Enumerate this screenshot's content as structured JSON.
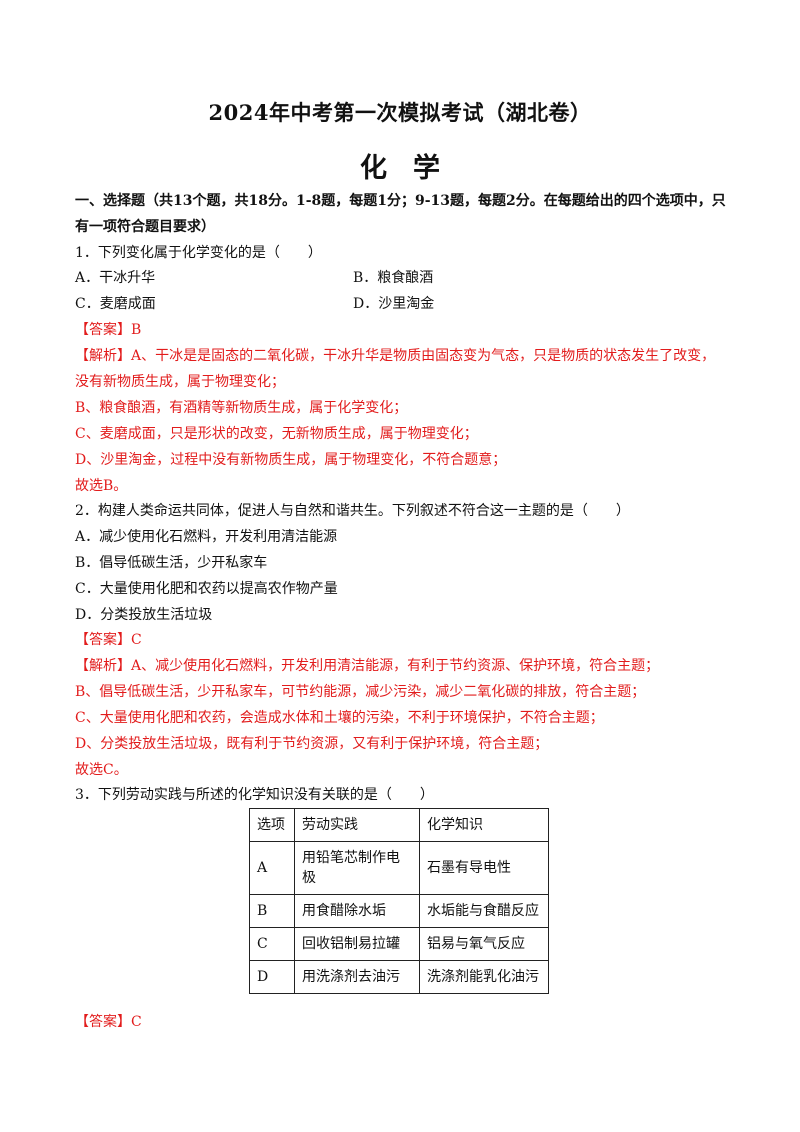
{
  "header": {
    "title": "2024年中考第一次模拟考试（湖北卷）",
    "subject": "化学"
  },
  "section1": {
    "heading_line1": "一、选择题（共13个题，共18分。1-8题，每题1分；9-13题，每题2分。在每题给出的四个选项中，只",
    "heading_line2": "有一项符合题目要求）"
  },
  "q1": {
    "stem": "1．下列变化属于化学变化的是（　　）",
    "options": [
      "A．干冰升华",
      "B．粮食酿酒",
      "C．麦磨成面",
      "D．沙里淘金"
    ],
    "answer": "【答案】B",
    "analysis": [
      "【解析】A、干冰是是固态的二氧化碳，干冰升华是物质由固态变为气态，只是物质的状态发生了改变，",
      "没有新物质生成，属于物理变化；",
      "B、粮食酿酒，有酒精等新物质生成，属于化学变化；",
      "C、麦磨成面，只是形状的改变，无新物质生成，属于物理变化；",
      "D、沙里淘金，过程中没有新物质生成，属于物理变化，不符合题意；",
      "故选B。"
    ]
  },
  "q2": {
    "stem": "2．构建人类命运共同体，促进人与自然和谐共生。下列叙述不符合这一主题的是（　　）",
    "options": [
      "A．减少使用化石燃料，开发利用清洁能源",
      "B．倡导低碳生活，少开私家车",
      "C．大量使用化肥和农药以提高农作物产量",
      "D．分类投放生活垃圾"
    ],
    "answer": "【答案】C",
    "analysis": [
      "【解析】A、减少使用化石燃料，开发利用清洁能源，有利于节约资源、保护环境，符合主题；",
      "B、倡导低碳生活，少开私家车，可节约能源，减少污染，减少二氧化碳的排放，符合主题；",
      "C、大量使用化肥和农药，会造成水体和土壤的污染，不利于环境保护，不符合主题；",
      "D、分类投放生活垃圾，既有利于节约资源，又有利于保护环境，符合主题；",
      "故选C。"
    ]
  },
  "q3": {
    "stem": "3．下列劳动实践与所述的化学知识没有关联的是（　　）",
    "table": {
      "headers": [
        "选项",
        "劳动实践",
        "化学知识"
      ],
      "rows": [
        [
          "A",
          "用铅笔芯制作电极",
          "石墨有导电性"
        ],
        [
          "B",
          "用食醋除水垢",
          "水垢能与食醋反应"
        ],
        [
          "C",
          "回收铝制易拉罐",
          "铝易与氧气反应"
        ],
        [
          "D",
          "用洗涤剂去油污",
          "洗涤剂能乳化油污"
        ]
      ]
    },
    "answer": "【答案】C"
  }
}
